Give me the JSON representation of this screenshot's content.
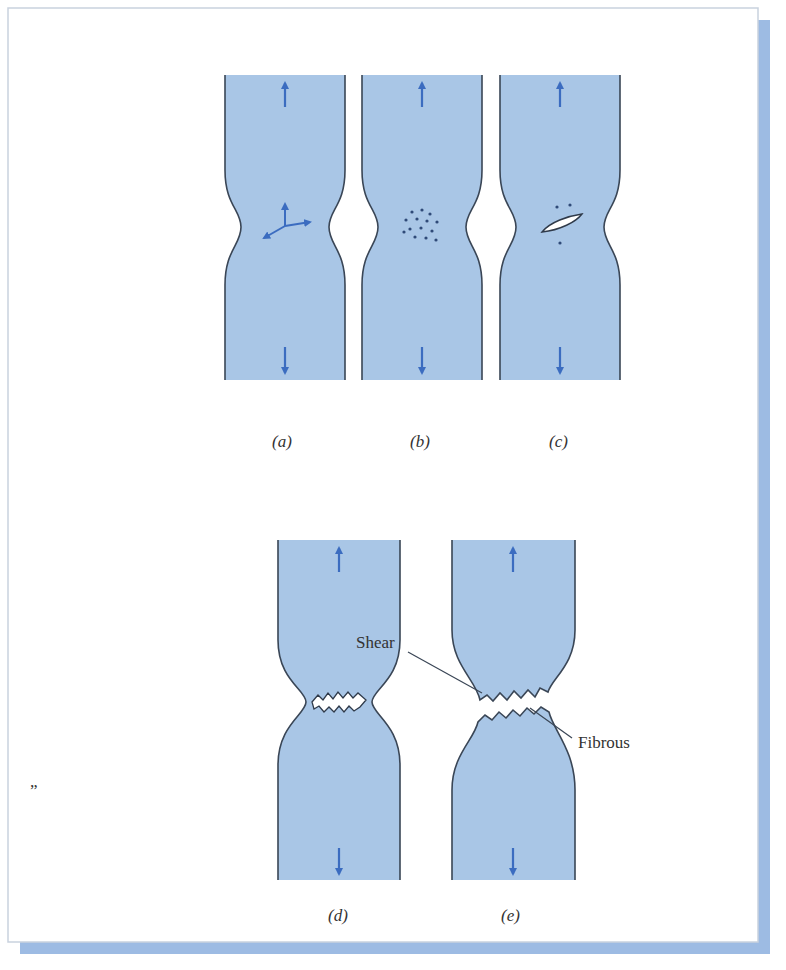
{
  "diagram": {
    "labels": [
      "(a)",
      "(b)",
      "(c)",
      "(d)",
      "(e)",
      "Shear",
      "Fibrous",
      "”"
    ]
  }
}
